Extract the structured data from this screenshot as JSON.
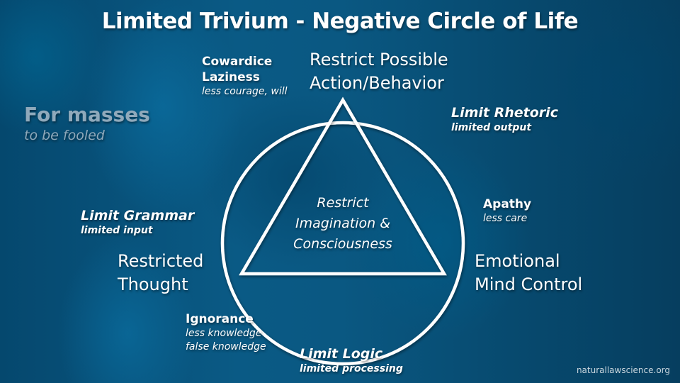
{
  "title": "Limited Trivium - Negative Circle of Life",
  "side_note": {
    "heading": "For masses",
    "subheading": "to be fooled"
  },
  "top_vertex": {
    "label_lines": [
      "Restrict Possible",
      "Action/Behavior"
    ],
    "vice": {
      "lines": [
        "Cowardice",
        "Laziness"
      ],
      "note": "less courage, will"
    }
  },
  "left_vertex": {
    "label_lines": [
      "Restricted",
      "Thought"
    ],
    "vice": {
      "lines": [
        "Ignorance"
      ],
      "notes": [
        "less knowledge",
        "false knowledge"
      ]
    }
  },
  "right_vertex": {
    "label_lines": [
      "Emotional",
      "Mind Control"
    ],
    "vice": {
      "lines": [
        "Apathy"
      ],
      "note": "less care"
    }
  },
  "center": {
    "lines": [
      "Restrict",
      "Imagination &",
      "Consciousness"
    ]
  },
  "trivium": {
    "grammar": {
      "label": "Limit Grammar",
      "note": "limited input"
    },
    "rhetoric": {
      "label": "Limit Rhetoric",
      "note": "limited output"
    },
    "logic": {
      "label": "Limit Logic",
      "note": "limited processing"
    }
  },
  "credit": "naturallawscience.org",
  "colors": {
    "background": "#0a5882",
    "stroke": "#ffffff",
    "muted_text": "#8fa9bb"
  }
}
